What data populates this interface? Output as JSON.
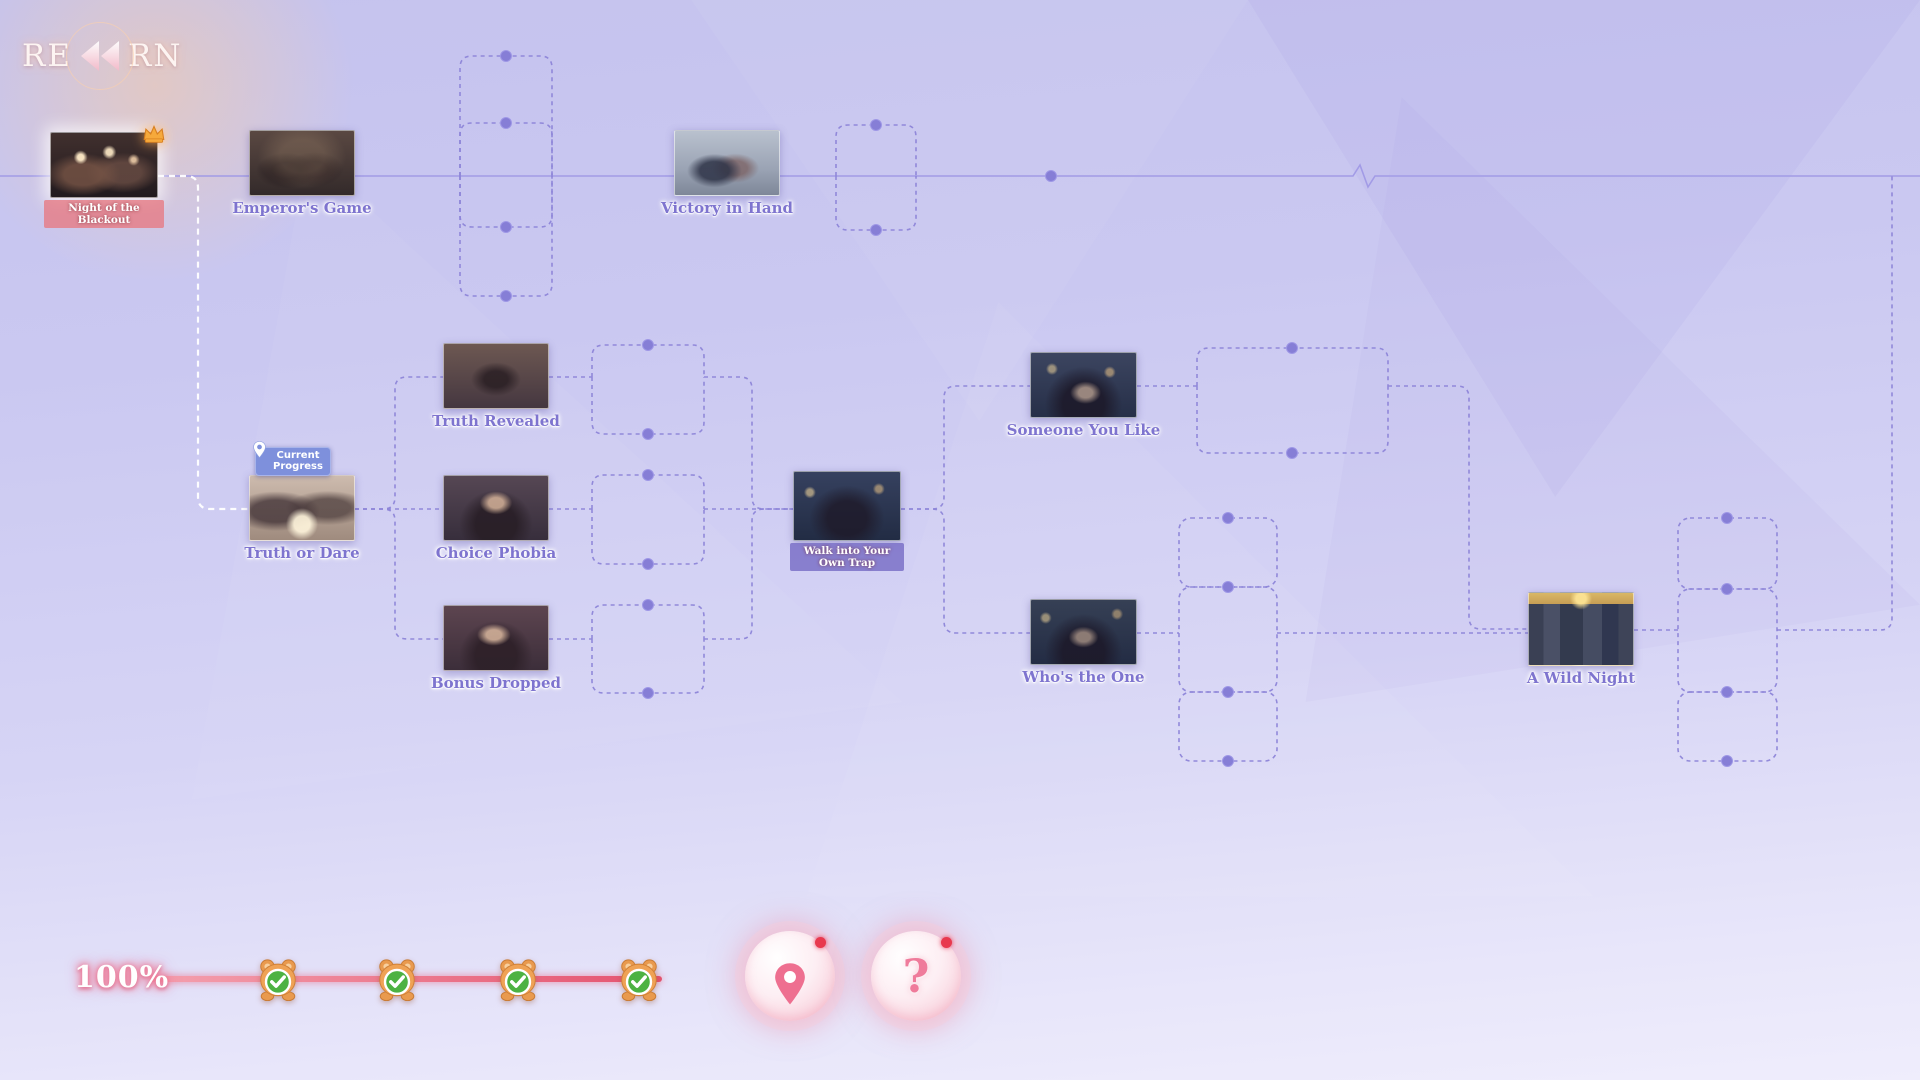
{
  "app": {
    "logo": {
      "left": "RE",
      "right": "RN",
      "icon": "rewind-chevrons"
    }
  },
  "flowchart": {
    "current_marker": "Current Progress",
    "nodes": [
      {
        "title": "Night of the Blackout",
        "status": "completed",
        "badge": "crown"
      },
      {
        "title": "Emperor's Game"
      },
      {
        "title": "Victory in Hand"
      },
      {
        "title": "Truth Revealed"
      },
      {
        "title": "Truth or Dare",
        "status": "current"
      },
      {
        "title": "Choice Phobia"
      },
      {
        "title": "Bonus Dropped"
      },
      {
        "title": "Walk into Your Own Trap"
      },
      {
        "title": "Someone You Like"
      },
      {
        "title": "Who's the One"
      },
      {
        "title": "A Wild Night"
      }
    ]
  },
  "progress": {
    "percent": "100%",
    "checkpoint_count": 4,
    "checkpoint_icon": "teddy-bear-check"
  },
  "toolbar": {
    "map_button_icon": "location-pin",
    "help_button_glyph": "?"
  },
  "colors": {
    "background_lavender": "#cac8f0",
    "connector_purple": "#8d85d8",
    "accent_pink": "#e4536f",
    "badge_blue": "#7e90dc",
    "check_green": "#4db242",
    "bear_orange": "#efa255"
  }
}
